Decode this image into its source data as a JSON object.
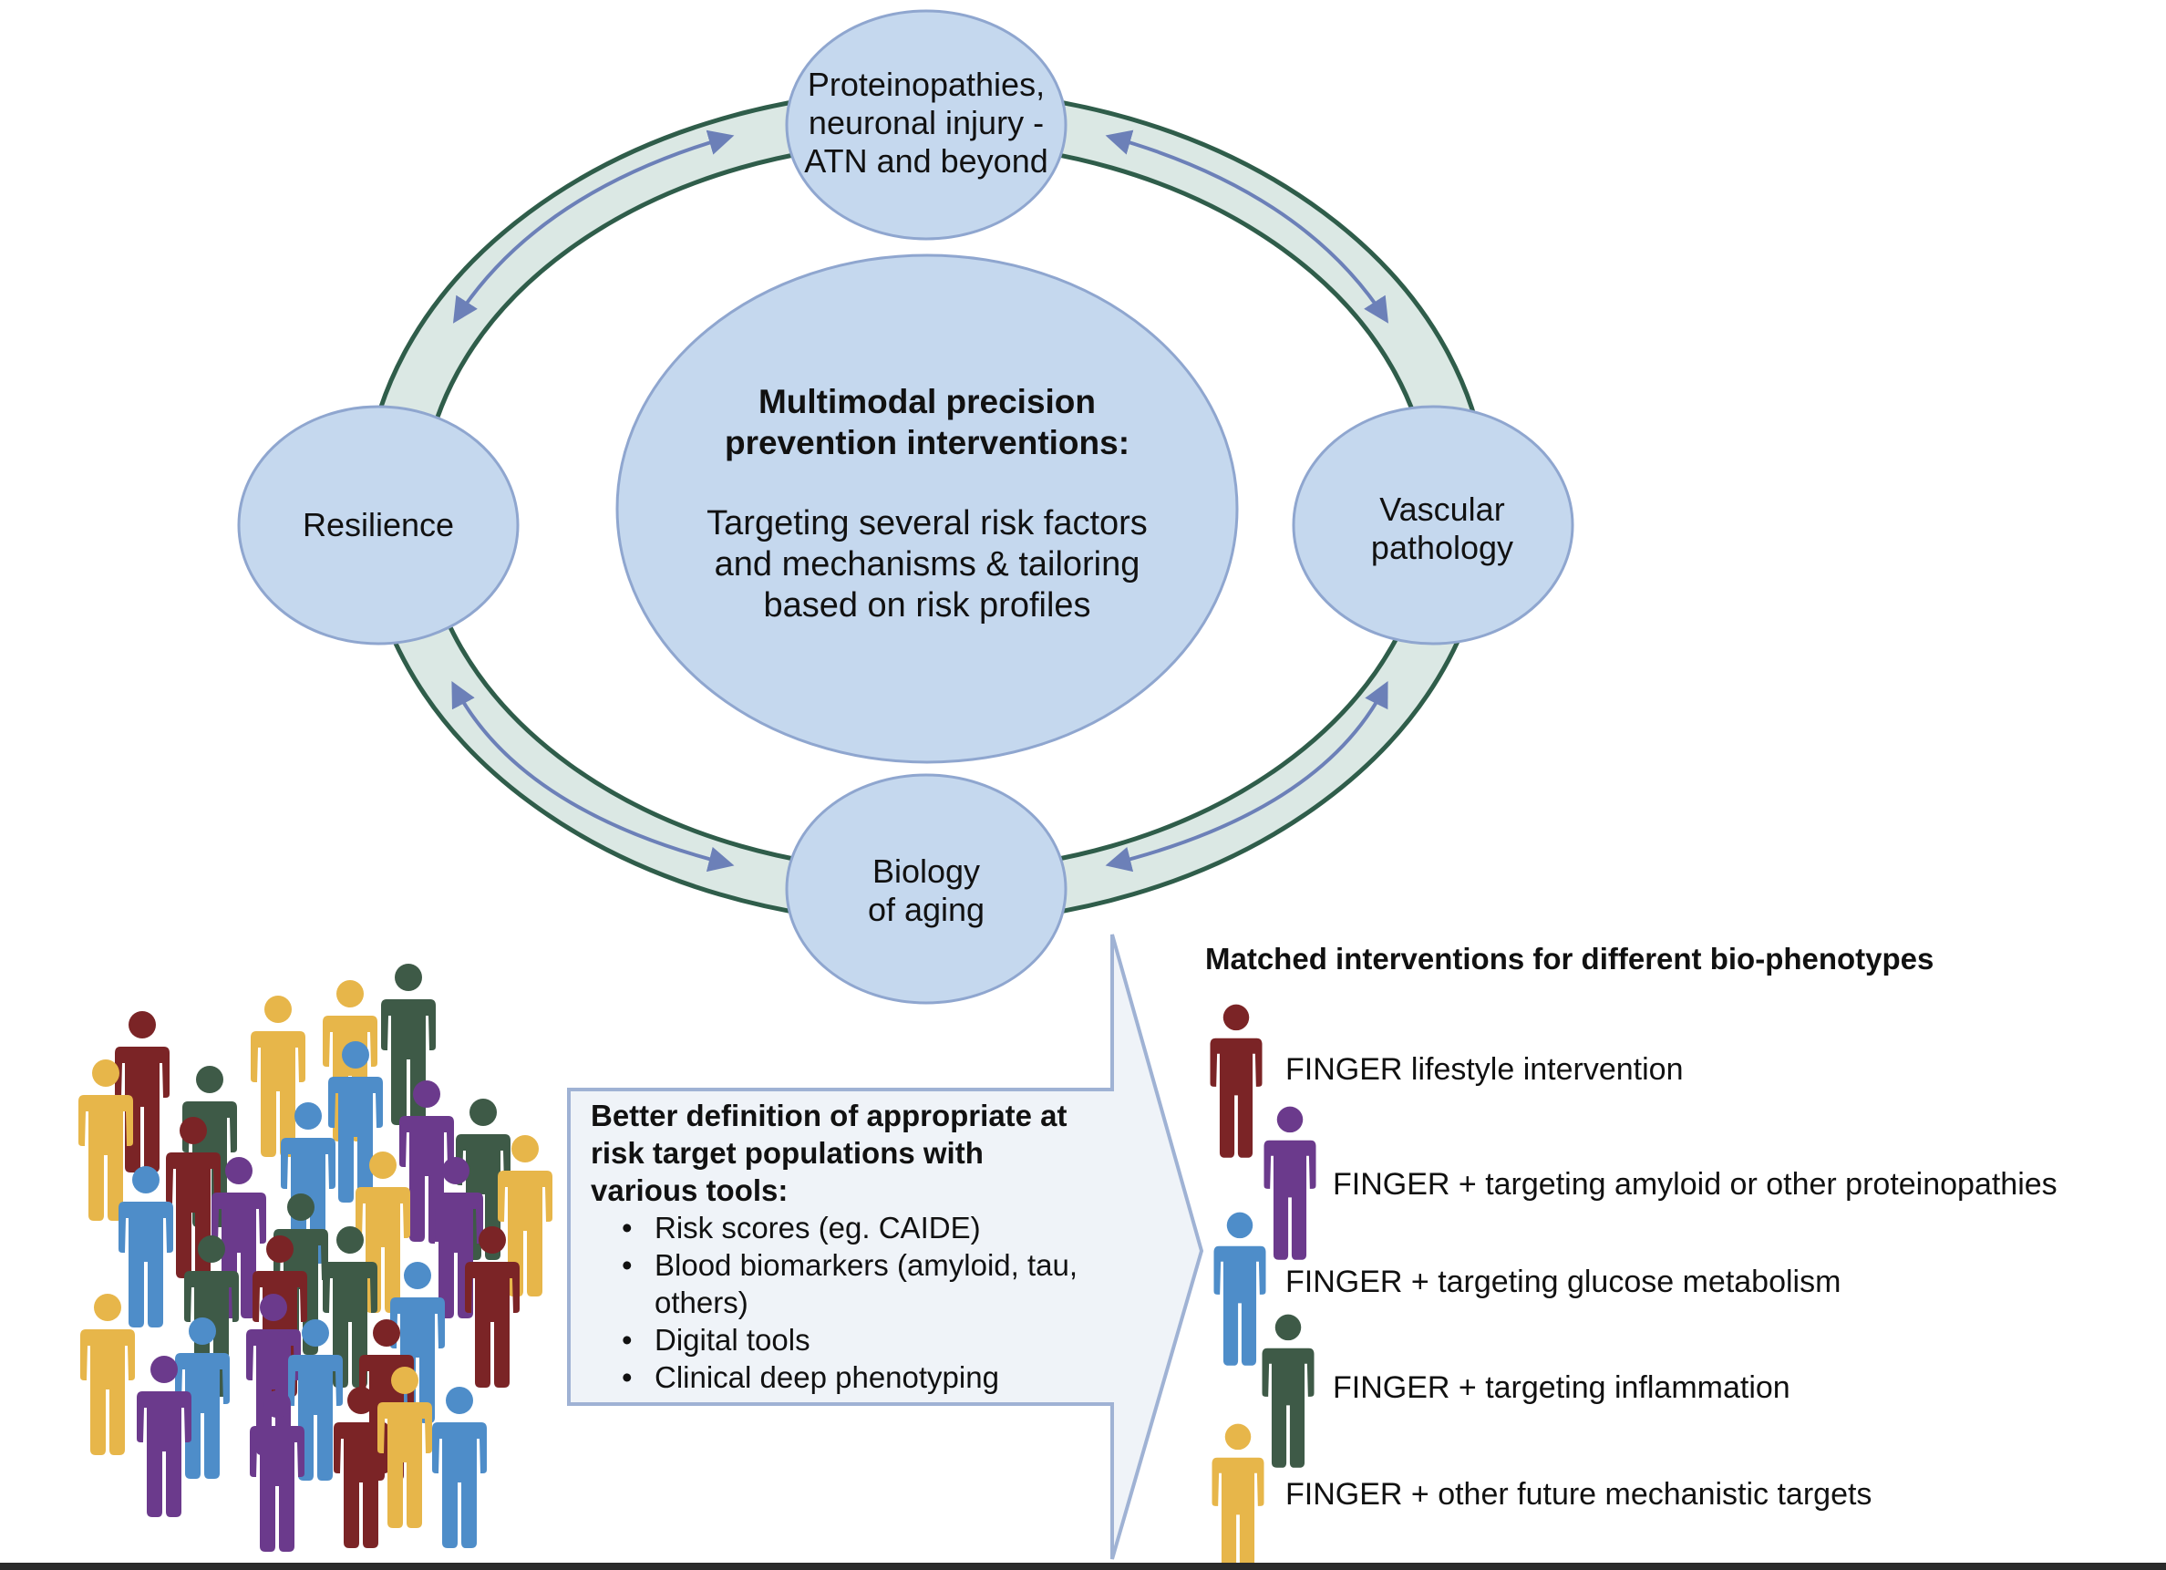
{
  "cycle": {
    "top_node": [
      "Proteinopathies,",
      "neuronal injury -",
      "ATN and beyond"
    ],
    "left_node": "Resilience",
    "right_node": [
      "Vascular",
      "pathology"
    ],
    "bottom_node": [
      "Biology",
      "of aging"
    ],
    "center": {
      "title": [
        "Multimodal precision",
        "prevention interventions:"
      ],
      "body": [
        "Targeting several risk factors",
        "and mechanisms & tailoring",
        "based on risk profiles"
      ]
    }
  },
  "arrow_box": {
    "title": [
      "Better definition of appropriate at",
      "risk target populations with",
      "various tools:"
    ],
    "items": [
      "Risk scores (eg. CAIDE)",
      "Blood biomarkers (amyloid, tau, others)",
      "Digital tools",
      "Clinical deep phenotyping"
    ]
  },
  "matched": {
    "title": "Matched interventions for different bio-phenotypes",
    "items": [
      {
        "label": "FINGER lifestyle intervention",
        "color": "#7b2426"
      },
      {
        "label": "FINGER + targeting amyloid or other proteinopathies",
        "color": "#6b3a8c"
      },
      {
        "label": "FINGER + targeting glucose metabolism",
        "color": "#4e8dc9"
      },
      {
        "label": "FINGER + targeting inflammation",
        "color": "#3e5a47"
      },
      {
        "label": "FINGER + other future mechanistic targets",
        "color": "#e7b64a"
      }
    ]
  },
  "crowd_colors": [
    "#7b2426",
    "#6b3a8c",
    "#4e8dc9",
    "#3e5a47",
    "#e7b64a"
  ],
  "colors": {
    "node_fill": "#c5d8ee",
    "node_stroke": "#8fa6cf",
    "ring_fill": "#dbe8e4",
    "ring_stroke": "#2f5d4a",
    "arrow_color": "#6c80b8",
    "box_fill": "#eff3f8",
    "box_stroke": "#9fb2d4"
  }
}
